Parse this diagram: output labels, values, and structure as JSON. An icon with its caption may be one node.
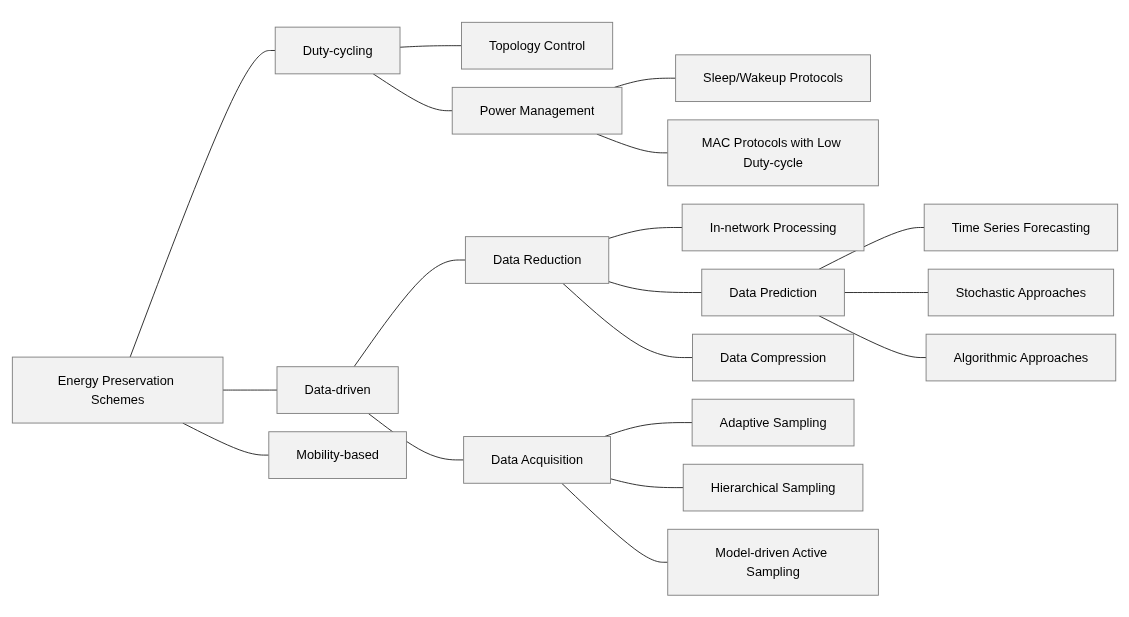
{
  "diagram": {
    "nodes": [
      {
        "text": [
          "Energy Preservation Schemes"
        ]
      },
      {
        "text": [
          "Duty-cycling"
        ]
      },
      {
        "text": [
          "Topology Control"
        ]
      },
      {
        "text": [
          "Power Management"
        ]
      },
      {
        "text": [
          "Sleep/Wakeup Protocols"
        ]
      },
      {
        "text": [
          "MAC Protocols with Low Duty-cycle"
        ]
      },
      {
        "text": [
          "Data-driven"
        ]
      },
      {
        "text": [
          "Mobility-based"
        ]
      },
      {
        "text": [
          "Data Reduction"
        ]
      },
      {
        "text": [
          "In-network Processing"
        ]
      },
      {
        "text": [
          "Data Prediction"
        ]
      },
      {
        "text": [
          "Time Series Forecasting"
        ]
      },
      {
        "text": [
          "Stochastic Approaches"
        ]
      },
      {
        "text": [
          "Algorithmic Approaches"
        ]
      },
      {
        "text": [
          "Data Compression"
        ]
      },
      {
        "text": [
          "Data Acquisition"
        ]
      },
      {
        "text": [
          "Adaptive Sampling"
        ]
      },
      {
        "text": [
          "Hierarchical Sampling"
        ]
      },
      {
        "text": [
          "Model-driven Active Sampling"
        ]
      }
    ],
    "edges": [
      {
        "from": 0,
        "to": 1,
        "arrow": "none"
      },
      {
        "from": 0,
        "to": 6,
        "arrow": "none"
      },
      {
        "from": 0,
        "to": 7,
        "arrow": "none"
      },
      {
        "from": 1,
        "to": 2,
        "arrow": "none"
      },
      {
        "from": 1,
        "to": 3,
        "arrow": "none"
      },
      {
        "from": 3,
        "to": 4,
        "arrow": "none"
      },
      {
        "from": 3,
        "to": 5,
        "arrow": "none"
      },
      {
        "from": 6,
        "to": 8,
        "arrow": "none"
      },
      {
        "from": 6,
        "to": 15,
        "arrow": "none"
      },
      {
        "from": 8,
        "to": 9,
        "arrow": "none"
      },
      {
        "from": 8,
        "to": 10,
        "arrow": "none"
      },
      {
        "from": 8,
        "to": 14,
        "arrow": "none"
      },
      {
        "from": 10,
        "to": 11,
        "arrow": "none"
      },
      {
        "from": 10,
        "to": 12,
        "arrow": "none"
      },
      {
        "from": 10,
        "to": 13,
        "arrow": "none"
      },
      {
        "from": 15,
        "to": 16,
        "arrow": "none"
      },
      {
        "from": 15,
        "to": 17,
        "arrow": "none"
      },
      {
        "from": 15,
        "to": 18,
        "arrow": "none"
      }
    ]
  }
}
